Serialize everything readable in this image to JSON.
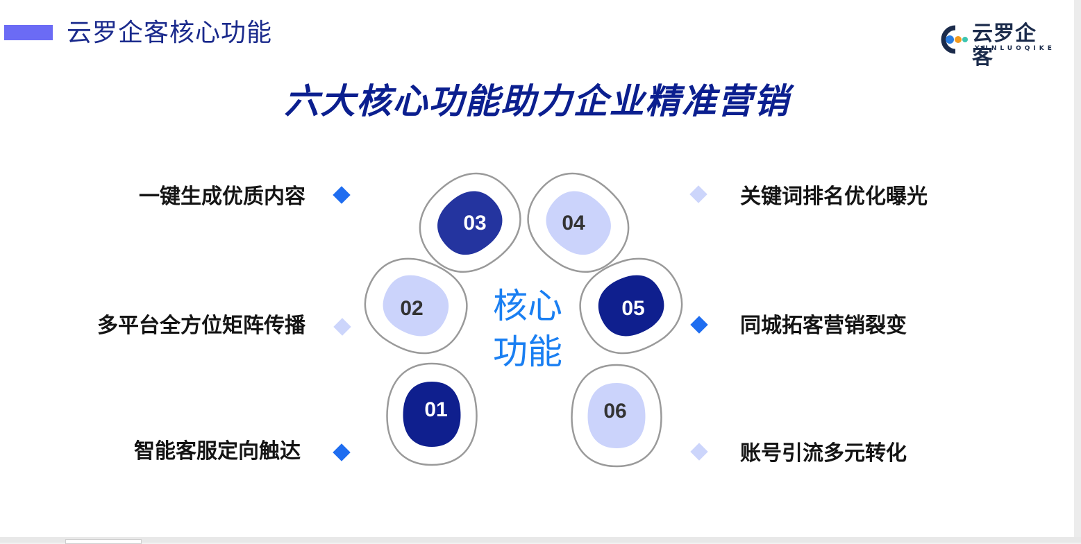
{
  "header": {
    "title": "云罗企客核心功能"
  },
  "logo": {
    "name": "云罗企客",
    "subtitle": "YUNLUOQIKE"
  },
  "main_title": "六大核心功能助力企业精准营销",
  "center": {
    "line1": "核心",
    "line2": "功能"
  },
  "features_left": [
    {
      "label": "一键生成优质内容",
      "marker": "strong"
    },
    {
      "label": "多平台全方位矩阵传播",
      "marker": "light"
    },
    {
      "label": "智能客服定向触达",
      "marker": "strong"
    }
  ],
  "features_right": [
    {
      "label": "关键词排名优化曝光",
      "marker": "light"
    },
    {
      "label": "同城拓客营销裂变",
      "marker": "strong"
    },
    {
      "label": "账号引流多元转化",
      "marker": "light"
    }
  ],
  "petals": [
    {
      "number": "01",
      "fill": "#0f1f8e",
      "text_color": "#ffffff"
    },
    {
      "number": "02",
      "fill": "#cbd3fb",
      "text_color": "#333333"
    },
    {
      "number": "03",
      "fill": "#24349f",
      "text_color": "#ffffff"
    },
    {
      "number": "04",
      "fill": "#cbd3fb",
      "text_color": "#333333"
    },
    {
      "number": "05",
      "fill": "#0f1f8e",
      "text_color": "#ffffff"
    },
    {
      "number": "06",
      "fill": "#cbd3fb",
      "text_color": "#333333"
    }
  ],
  "colors": {
    "accent_blue": "#1f6df0",
    "light_blue": "#ccd5fb",
    "title_navy": "#0b1f8f",
    "center_text": "#1a7ff2",
    "header_bar": "#6b6bf5"
  }
}
